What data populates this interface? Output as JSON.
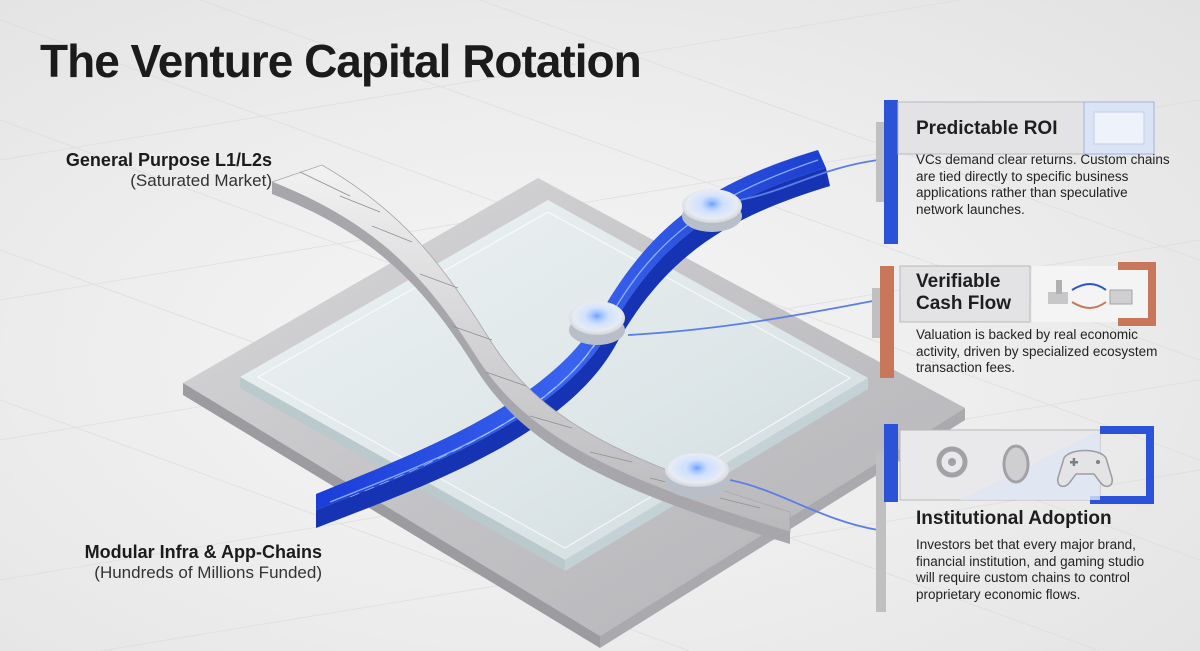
{
  "title": "The Venture Capital Rotation",
  "left_labels": {
    "general": {
      "main": "General Purpose L1/L2s",
      "sub": "(Saturated Market)"
    },
    "modular": {
      "main": "Modular Infra & App-Chains",
      "sub": "(Hundreds of Millions Funded)"
    }
  },
  "cards": [
    {
      "title": "Predictable ROI",
      "body": "VCs demand clear returns. Custom chains are tied directly to specific business applications rather than speculative network launches.",
      "accent": "#2c52d8"
    },
    {
      "title_line1": "Verifiable",
      "title_line2": "Cash Flow",
      "body": "Valuation is backed by real economic activity, driven by specialized ecosystem transaction fees.",
      "accent": "#c9775a"
    },
    {
      "title": "Institutional Adoption",
      "body": "Investors bet that every major brand, financial institution, and gaming studio will require custom chains to control proprietary economic flows.",
      "accent": "#2c52d8"
    }
  ],
  "colors": {
    "blue_rail": "#2343d6",
    "silver_rail": "#c9c9cb",
    "glass": "#dfe8ea",
    "copper": "#c9775a",
    "background": "#efefef"
  },
  "icons": [
    "gear-icon",
    "game-controller-icon",
    "device-icon",
    "box-icon"
  ]
}
